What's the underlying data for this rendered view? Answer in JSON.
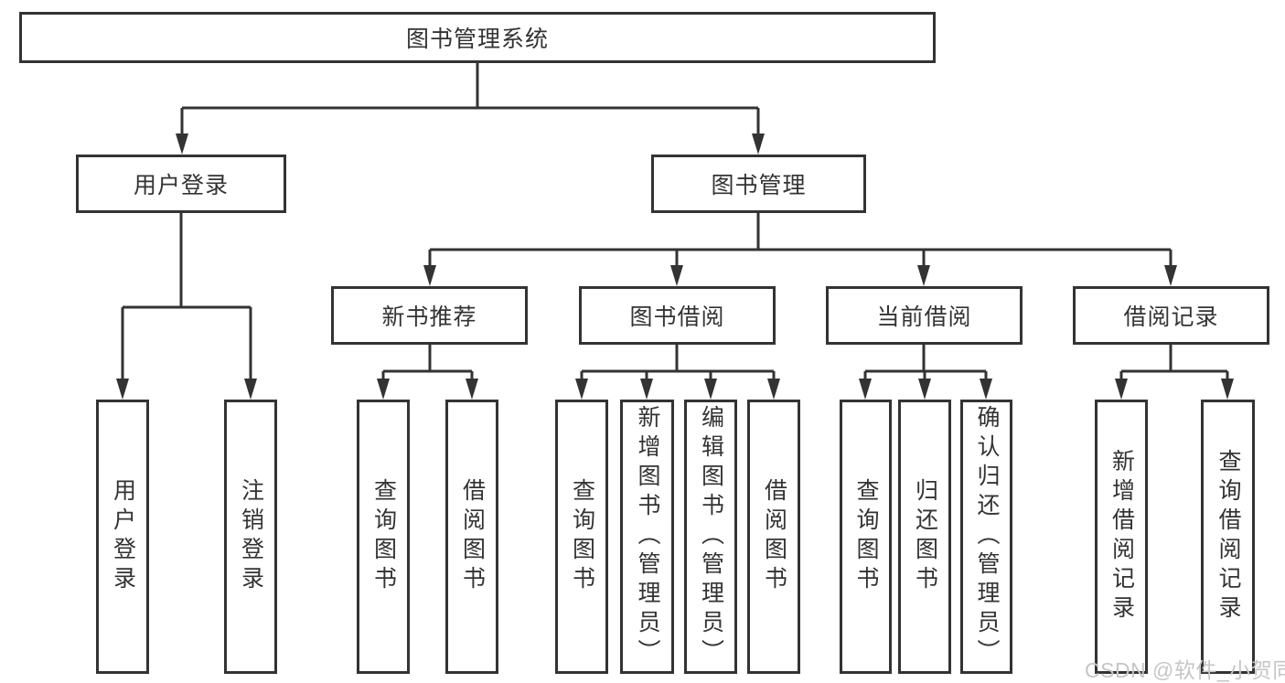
{
  "colors": {
    "line": "#333333",
    "border": "#333333",
    "background": "#ffffff",
    "watermark": "#c6c6c6"
  },
  "watermark": "CSDN @软件_小贺同学",
  "tree": {
    "label": "图书管理系统",
    "children": [
      {
        "label": "用户登录",
        "children": [
          {
            "label": "用户登录"
          },
          {
            "label": "注销登录"
          }
        ]
      },
      {
        "label": "图书管理",
        "children": [
          {
            "label": "新书推荐",
            "children": [
              {
                "label": "查询图书"
              },
              {
                "label": "借阅图书"
              }
            ]
          },
          {
            "label": "图书借阅",
            "children": [
              {
                "label": "查询图书"
              },
              {
                "label": "新增图书（管理员）"
              },
              {
                "label": "编辑图书（管理员）"
              },
              {
                "label": "借阅图书"
              }
            ]
          },
          {
            "label": "当前借阅",
            "children": [
              {
                "label": "查询图书"
              },
              {
                "label": "归还图书"
              },
              {
                "label": "确认归还（管理员）"
              }
            ]
          },
          {
            "label": "借阅记录",
            "children": [
              {
                "label": "新增借阅记录"
              },
              {
                "label": "查询借阅记录"
              }
            ]
          }
        ]
      }
    ]
  }
}
